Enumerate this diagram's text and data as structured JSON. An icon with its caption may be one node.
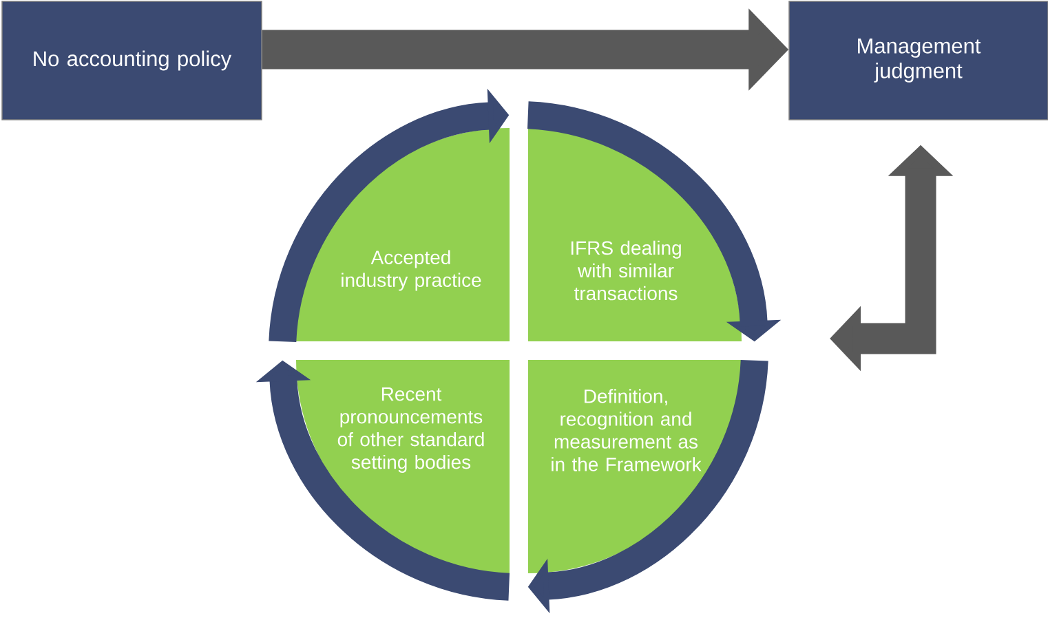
{
  "diagram": {
    "nodes": [
      {
        "text": [
          "No accounting policy"
        ]
      },
      {
        "text": [
          "Management judgment"
        ]
      },
      {
        "text": [
          "Accepted industry practice"
        ]
      },
      {
        "text": [
          "IFRS dealing with similar transactions"
        ]
      },
      {
        "text": [
          "Definition, recognition and measurement as in the Framework"
        ]
      },
      {
        "text": [
          "Recent pronouncements of other standard setting bodies"
        ]
      }
    ],
    "edges": [
      {
        "from": 0,
        "to": 1,
        "arrow": "to",
        "color": "#595959"
      },
      {
        "from": 1,
        "to": null,
        "arrow": "both",
        "color": "#595959"
      },
      {
        "from": 2,
        "to": 3,
        "arrow": "to"
      },
      {
        "from": 3,
        "to": 4,
        "arrow": "to"
      },
      {
        "from": 4,
        "to": 5,
        "arrow": "to"
      },
      {
        "from": 5,
        "to": 2,
        "arrow": "to"
      }
    ]
  }
}
